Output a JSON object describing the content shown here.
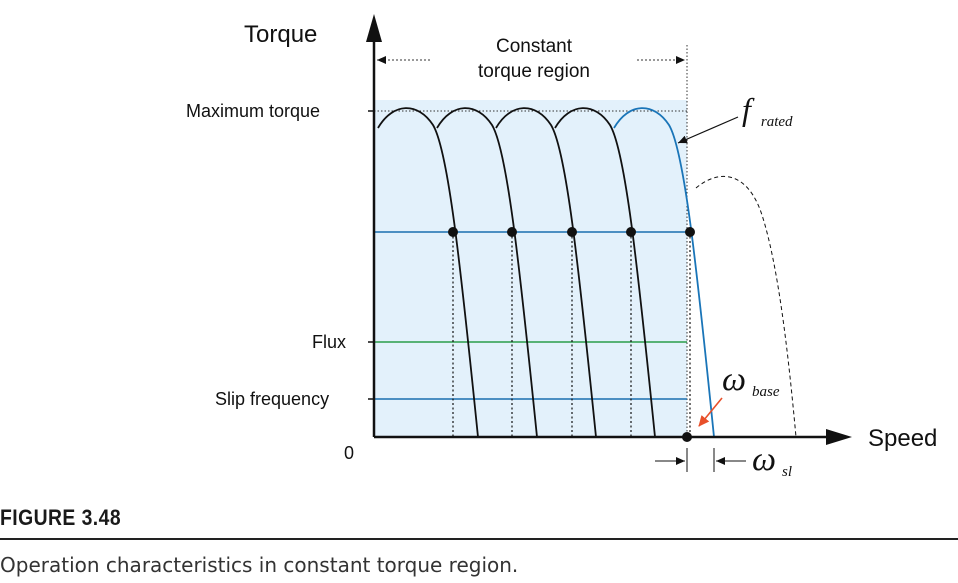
{
  "axes": {
    "y_label": "Torque",
    "x_label": "Speed",
    "origin_label": "0"
  },
  "region_label": [
    "Constant",
    "torque region"
  ],
  "levels": {
    "max_torque": "Maximum torque",
    "flux": "Flux",
    "slip_frequency": "Slip frequency"
  },
  "symbols": {
    "f_main": "f",
    "f_sub": "rated",
    "w_base_main": "ω",
    "w_base_sub": "base",
    "w_sl_main": "ω",
    "w_sl_sub": "sl"
  },
  "colors": {
    "region_fill": "#e3f1fb",
    "rated_curve": "#1a75b8",
    "flux_line": "#2a9d4a",
    "slip_line": "#1a6fb0",
    "operating_line": "#1a6fb0",
    "base_arrow": "#e8502a"
  },
  "caption": {
    "title": "FIGURE 3.48",
    "text": "Operation characteristics in constant torque region."
  }
}
